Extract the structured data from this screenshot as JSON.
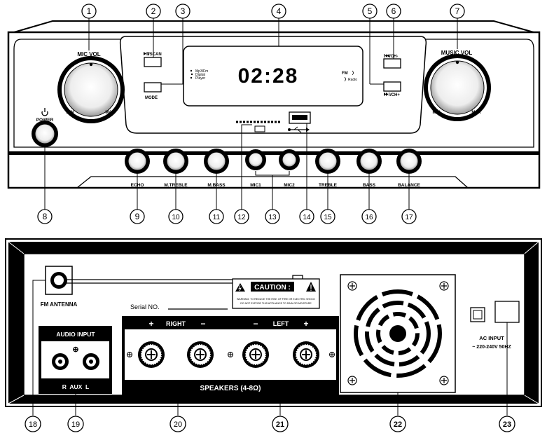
{
  "front_panel": {
    "callouts": [
      "1",
      "2",
      "3",
      "4",
      "5",
      "6",
      "7",
      "8",
      "9",
      "10",
      "11",
      "12",
      "13",
      "14",
      "15",
      "16",
      "17"
    ],
    "mic_vol": {
      "label": "MIC VOL",
      "min": "MIN",
      "max": "MAX"
    },
    "music_vol": {
      "label": "MUSIC VOL",
      "min": "MIN",
      "max": "MAX"
    },
    "power": {
      "icon": "power-icon",
      "label": "POWER"
    },
    "play_scan": {
      "icon": "play-pause-icon",
      "label": "/SCAN"
    },
    "mode_label": "MODE",
    "display": {
      "time": "02:28",
      "mode_indicators": [
        "Mp3/Fm",
        "Digital",
        "Player"
      ],
      "fm_indicator": "FM",
      "radio_indicator": "Radio"
    },
    "prev_ch": {
      "icon": "previous-track-icon",
      "label": "/CH-"
    },
    "next_ch": {
      "icon": "next-track-icon",
      "label": "/CH+"
    },
    "knobs": [
      "ECHO",
      "M.TREBLE",
      "M.BASS",
      "MIC1",
      "MIC2",
      "TREBLE",
      "BASS",
      "BALANCE"
    ],
    "usb_icon": "usb-icon"
  },
  "rear_panel": {
    "callouts": [
      "18",
      "19",
      "20",
      "21",
      "22",
      "23"
    ],
    "fm_antenna": "FM ANTENNA",
    "caution": {
      "title": "CAUTION :",
      "line1": "WARNING: TO REDUCE THE RISK OF FIRE OR ELECTRIC SHOCK",
      "line2": "DO NOT EXPOSE THIS APPLIANCE TO RAIN OR MOISTURE"
    },
    "serial_no": "Serial NO.",
    "speaker_header": {
      "plus": "+",
      "minus": "−",
      "right": "RIGHT",
      "left": "LEFT"
    },
    "speakers_label": "SPEAKERS (4-8Ω)",
    "audio_input": {
      "title": "AUDIO INPUT",
      "plus": "⊕",
      "bottom": "R  AUX  L"
    },
    "ac_input": {
      "line1": "AC INPUT",
      "line2": "~ 220-240V  50HZ"
    }
  }
}
